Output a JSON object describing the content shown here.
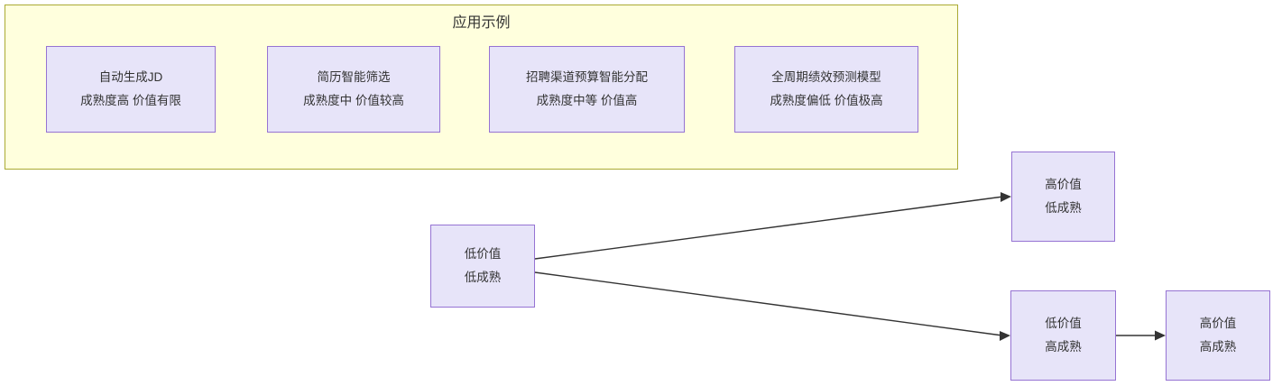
{
  "diagram": {
    "group": {
      "title": "应用示例",
      "background_color": "#ffffdd",
      "border_color": "#aaaa33",
      "examples": [
        {
          "name": "自动生成JD",
          "detail": "成熟度高 价值有限"
        },
        {
          "name": "简历智能筛选",
          "detail": "成熟度中 价值较高"
        },
        {
          "name": "招聘渠道预算智能分配",
          "detail": "成熟度中等 价值高"
        },
        {
          "name": "全周期绩效预测模型",
          "detail": "成熟度偏低 价值极高"
        }
      ]
    },
    "node_style": {
      "fill_color": "#e7e4f9",
      "border_color": "#9673d3",
      "text_color": "#333333"
    },
    "edge_style": {
      "color": "#333333"
    },
    "flow_nodes": [
      {
        "id": "low-low",
        "line1": "低价值",
        "line2": "低成熟"
      },
      {
        "id": "high-low",
        "line1": "高价值",
        "line2": "低成熟"
      },
      {
        "id": "low-high",
        "line1": "低价值",
        "line2": "高成熟"
      },
      {
        "id": "high-high",
        "line1": "高价值",
        "line2": "高成熟"
      }
    ],
    "edges": [
      {
        "from": "low-low",
        "to": "high-low",
        "label": ""
      },
      {
        "from": "low-low",
        "to": "low-high",
        "label": ""
      },
      {
        "from": "low-high",
        "to": "high-high",
        "label": ""
      }
    ]
  }
}
